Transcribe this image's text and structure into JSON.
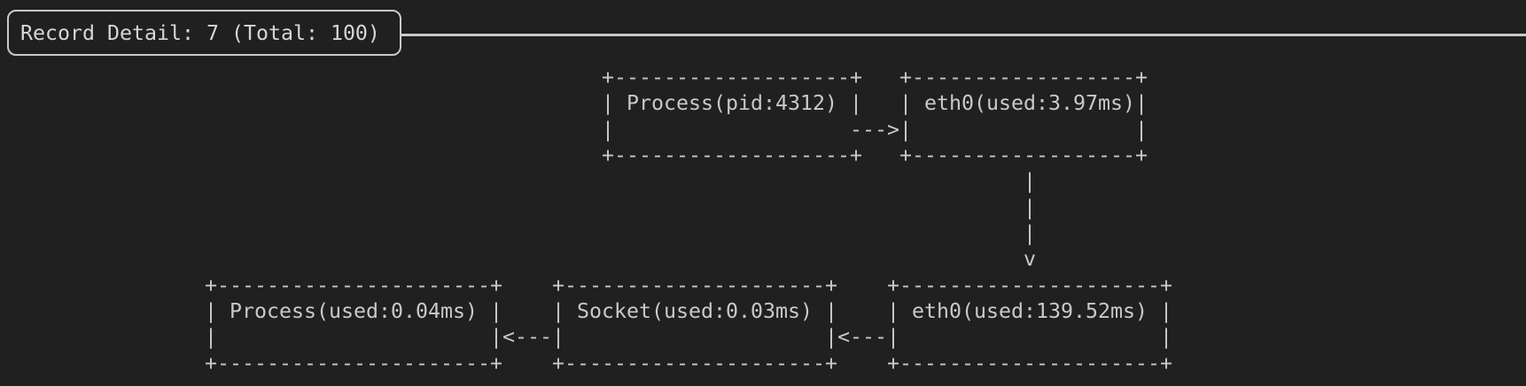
{
  "title": {
    "text": "Record Detail: 7 (Total: 100)",
    "record_index": 7,
    "total_records": 100
  },
  "colors": {
    "bg": "#202020",
    "fg": "#c9c9c9",
    "title_fg": "#d6d6d6"
  },
  "diagram": {
    "nodes": {
      "process_pid": {
        "label": "Process(pid:4312)",
        "ascii": [
          "+-------------------+",
          "| Process(pid:4312) |",
          "|",
          "+-------------------+"
        ]
      },
      "eth0_top": {
        "label": "eth0(used:3.97ms)",
        "ascii": [
          "+------------------+",
          "| eth0(used:3.97ms)|",
          "|                  |",
          "+------------------+"
        ]
      },
      "process_used": {
        "label": "Process(used:0.04ms)",
        "ascii": [
          "+----------------------+",
          "| Process(used:0.04ms) |",
          "|                      |",
          "+----------------------+"
        ]
      },
      "socket": {
        "label": "Socket(used:0.03ms)",
        "ascii": [
          "+---------------------+",
          "| Socket(used:0.03ms) |",
          "|                     |",
          "+---------------------+"
        ]
      },
      "eth0_bottom": {
        "label": "eth0(used:139.52ms)",
        "ascii": [
          "+---------------------+",
          "| eth0(used:139.52ms) |",
          "|                     |",
          "+---------------------+"
        ]
      }
    },
    "connectors": {
      "process_to_eth0_right": {
        "direction": "right",
        "ascii": [
          "--->"
        ]
      },
      "eth0_down": {
        "direction": "down",
        "ascii": [
          "|",
          "|",
          "|",
          "v"
        ]
      },
      "socket_to_process_left": {
        "direction": "left",
        "ascii": [
          "<---"
        ]
      },
      "eth0_to_socket_left": {
        "direction": "left",
        "ascii": [
          "<---"
        ]
      }
    }
  }
}
